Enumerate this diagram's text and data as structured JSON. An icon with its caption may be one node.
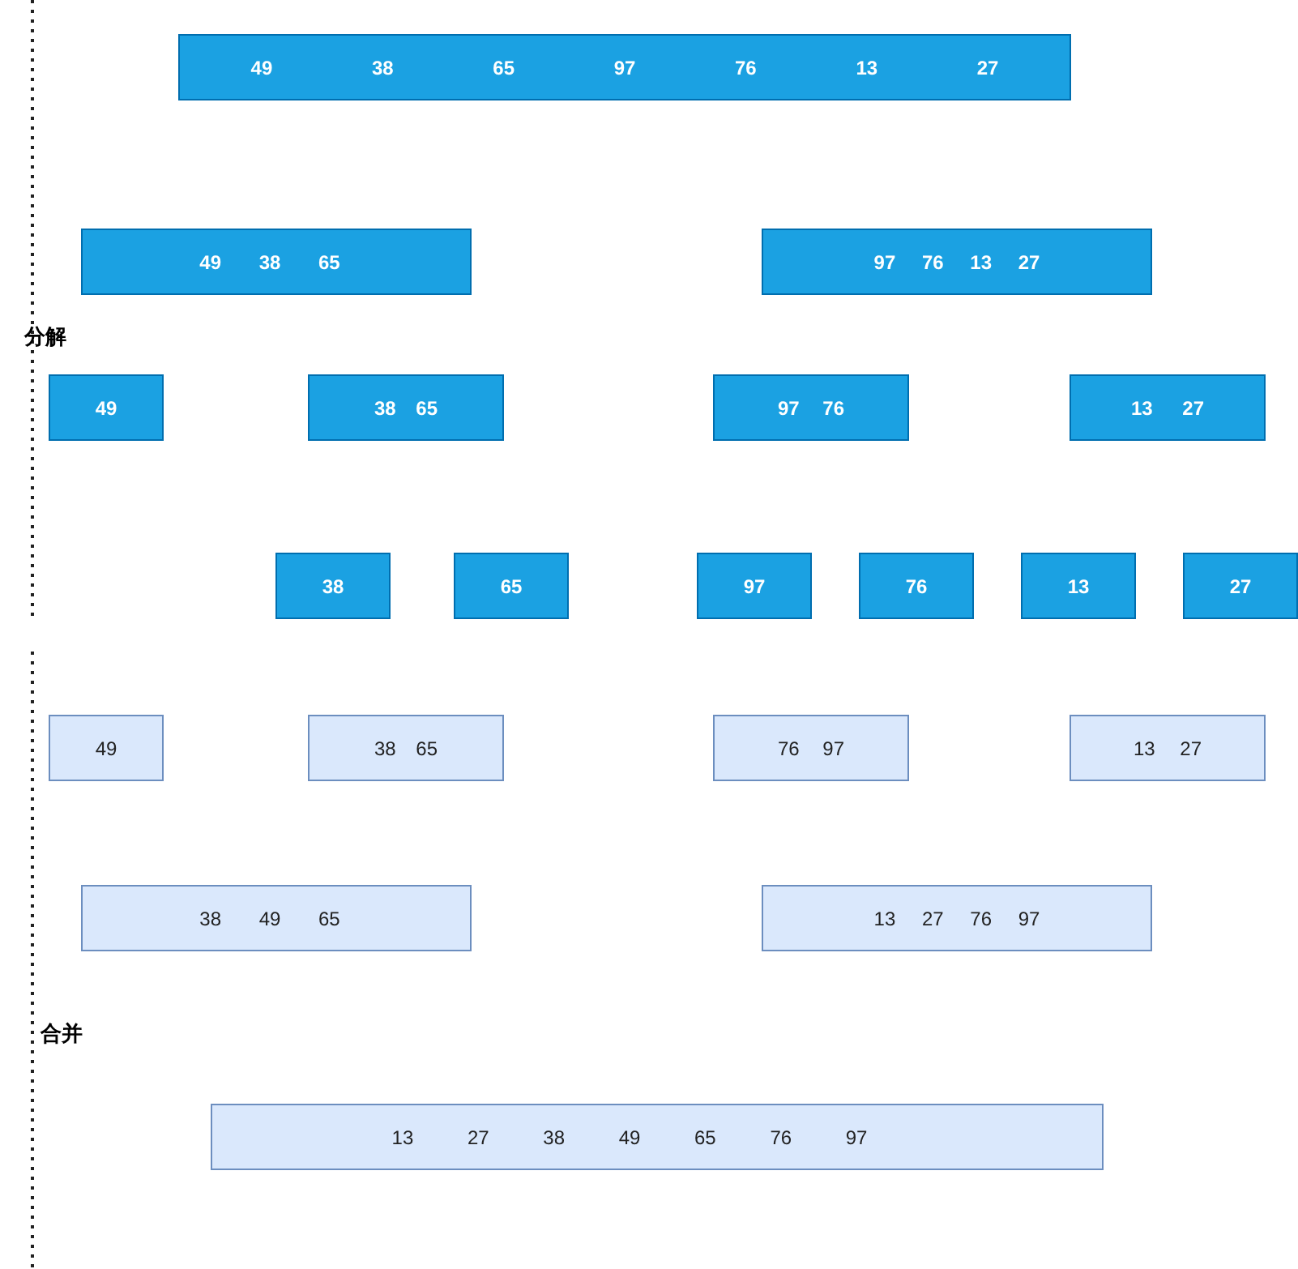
{
  "diagram": {
    "nodes": [
      {
        "text": [
          "49 38 65 97 76 13 27"
        ]
      },
      {
        "text": [
          "49 38 65"
        ]
      },
      {
        "text": [
          "97 76 13 27"
        ]
      },
      {
        "text": [
          "49"
        ]
      },
      {
        "text": [
          "38 65"
        ]
      },
      {
        "text": [
          "97 76"
        ]
      },
      {
        "text": [
          "13 27"
        ]
      },
      {
        "text": [
          "38"
        ]
      },
      {
        "text": [
          "65"
        ]
      },
      {
        "text": [
          "97"
        ]
      },
      {
        "text": [
          "76"
        ]
      },
      {
        "text": [
          "13"
        ]
      },
      {
        "text": [
          "27"
        ]
      },
      {
        "text": [
          "49"
        ]
      },
      {
        "text": [
          "38 65"
        ]
      },
      {
        "text": [
          "76 97"
        ]
      },
      {
        "text": [
          "13 27"
        ]
      },
      {
        "text": [
          "38 49 65"
        ]
      },
      {
        "text": [
          "13 27 76 97"
        ]
      },
      {
        "text": [
          "13 27 38 49 65 76 97"
        ]
      }
    ],
    "labels": [
      "分解",
      "合并"
    ]
  }
}
